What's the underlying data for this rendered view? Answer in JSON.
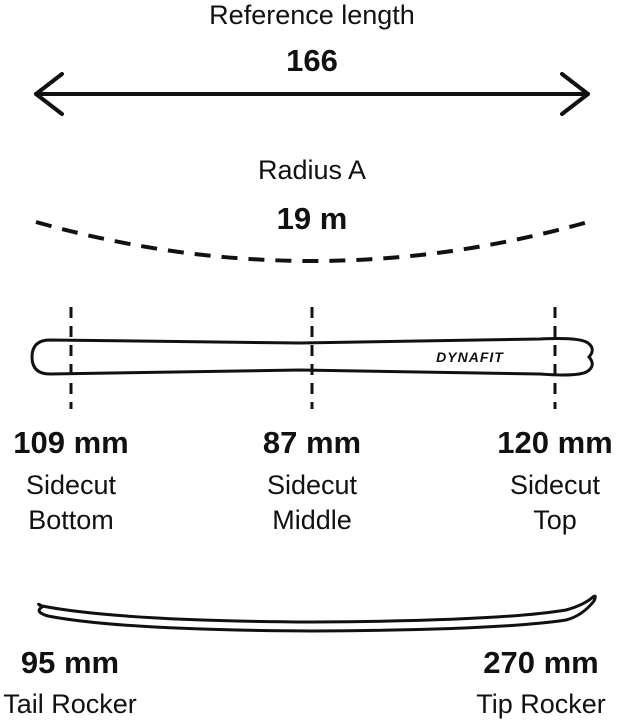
{
  "reference": {
    "label": "Reference length",
    "value": "166"
  },
  "radius": {
    "label": "Radius A",
    "value": "19 m"
  },
  "brand": "DYNAFIT",
  "widths": [
    {
      "value": "109 mm",
      "line1": "Sidecut",
      "line2": "Bottom"
    },
    {
      "value": "87 mm",
      "line1": "Sidecut",
      "line2": "Middle"
    },
    {
      "value": "120 mm",
      "line1": "Sidecut",
      "line2": "Top"
    }
  ],
  "rocker": {
    "tail": {
      "value": "95 mm",
      "label": "Tail Rocker"
    },
    "tip": {
      "value": "270 mm",
      "label": "Tip Rocker"
    }
  },
  "colors": {
    "ink": "#111111",
    "background": "#ffffff"
  }
}
